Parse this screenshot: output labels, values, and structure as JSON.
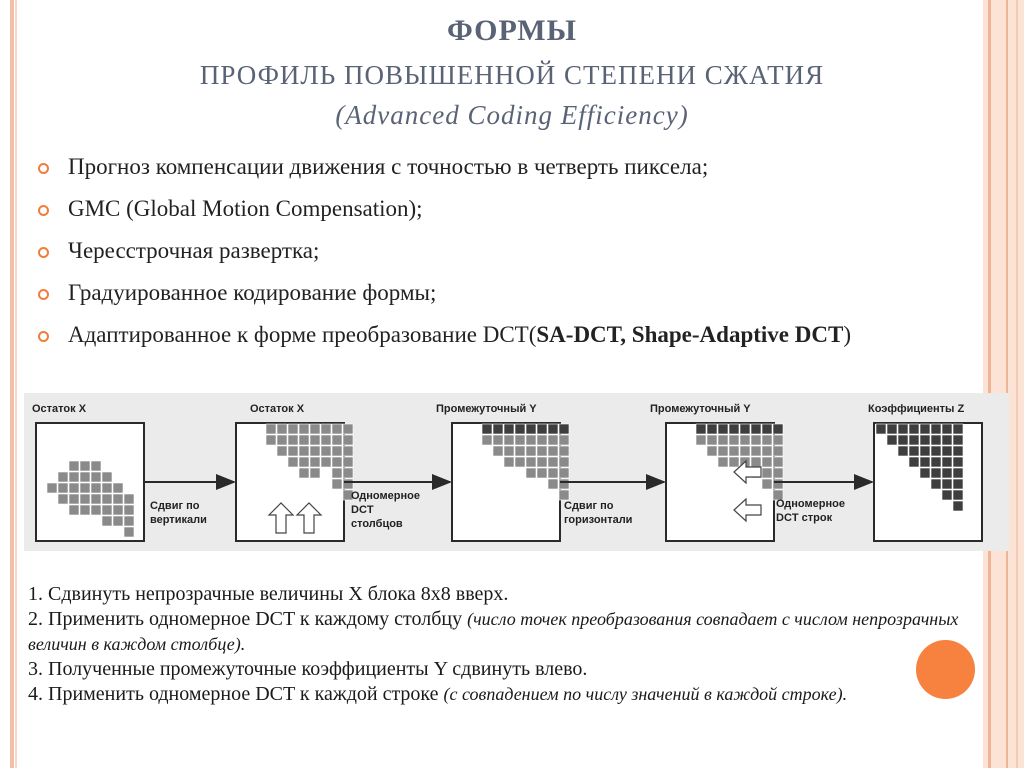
{
  "title": {
    "line1": "ФОРМЫ",
    "line2": "ПРОФИЛЬ ПОВЫШЕННОЙ СТЕПЕНИ СЖАТИЯ",
    "line3": "(Advanced Coding Efficiency)"
  },
  "bullets": [
    {
      "text": "Прогноз компенсации движения с точностью в четверть пиксела;"
    },
    {
      "text": "GMC (Global Motion Compensation);"
    },
    {
      "text": "Чересстрочная развертка;"
    },
    {
      "text": "Градуированное кодирование формы;"
    },
    {
      "text_start": "Адаптированное к форме преобразование DCT(",
      "text_bold": "SA-DCT, Shape-Adaptive DCT",
      "text_end": ")"
    }
  ],
  "figure": {
    "stage_labels": [
      "Остаток X",
      "Остаток X",
      "Промежуточный Y",
      "Промежуточный Y",
      "Коэффициенты Z"
    ],
    "captions": {
      "shift_vertical": [
        "Сдвиг по",
        "вертикали"
      ],
      "dct_columns": [
        "Одномерное",
        "DCT",
        "столбцов"
      ],
      "shift_horizontal": [
        "Сдвиг по",
        "горизонтали"
      ],
      "dct_rows": [
        "Одномерное",
        "DCT строк"
      ]
    },
    "colors": {
      "cell": "#8a8a8a",
      "cell_dark": "#3e3e3e",
      "box_border": "#2a2a2a"
    }
  },
  "steps": [
    {
      "text": "1. Сдвинуть непрозрачные величины X блока 8х8 вверх.",
      "note": ""
    },
    {
      "text": "2. Применить одномерное DCT к каждому столбцу ",
      "note": "(число точек преобразования совпадает с числом непрозрачных величин в каждом столбце)."
    },
    {
      "text": "3. Полученные промежуточные коэффициенты Y сдвинуть влево.",
      "note": ""
    },
    {
      "text": "4. Применить одномерное DCT к каждой строке ",
      "note": "(с совпадением по числу значений в каждой строке)."
    }
  ],
  "theme": {
    "accent": "#f7813e",
    "title_color": "#5a6376"
  }
}
